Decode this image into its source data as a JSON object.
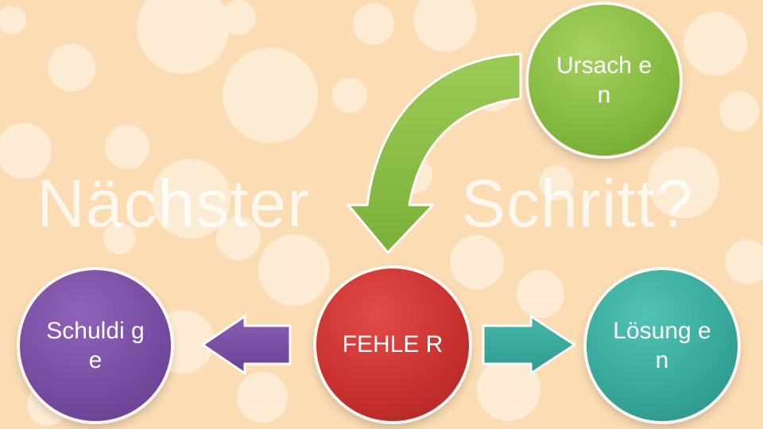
{
  "headline": {
    "word1": "Nächster",
    "word2": "Schritt?"
  },
  "nodes": {
    "ursachen": "Ursach en",
    "fehler": "FEHLE R",
    "schuldige": "Schuldi ge",
    "loesungen": "Lösung en"
  },
  "colors": {
    "background": "#fbdcb3",
    "ursachen": "#82b83e",
    "fehler": "#c6302d",
    "schuldige": "#764a9f",
    "loesungen": "#35a699"
  }
}
